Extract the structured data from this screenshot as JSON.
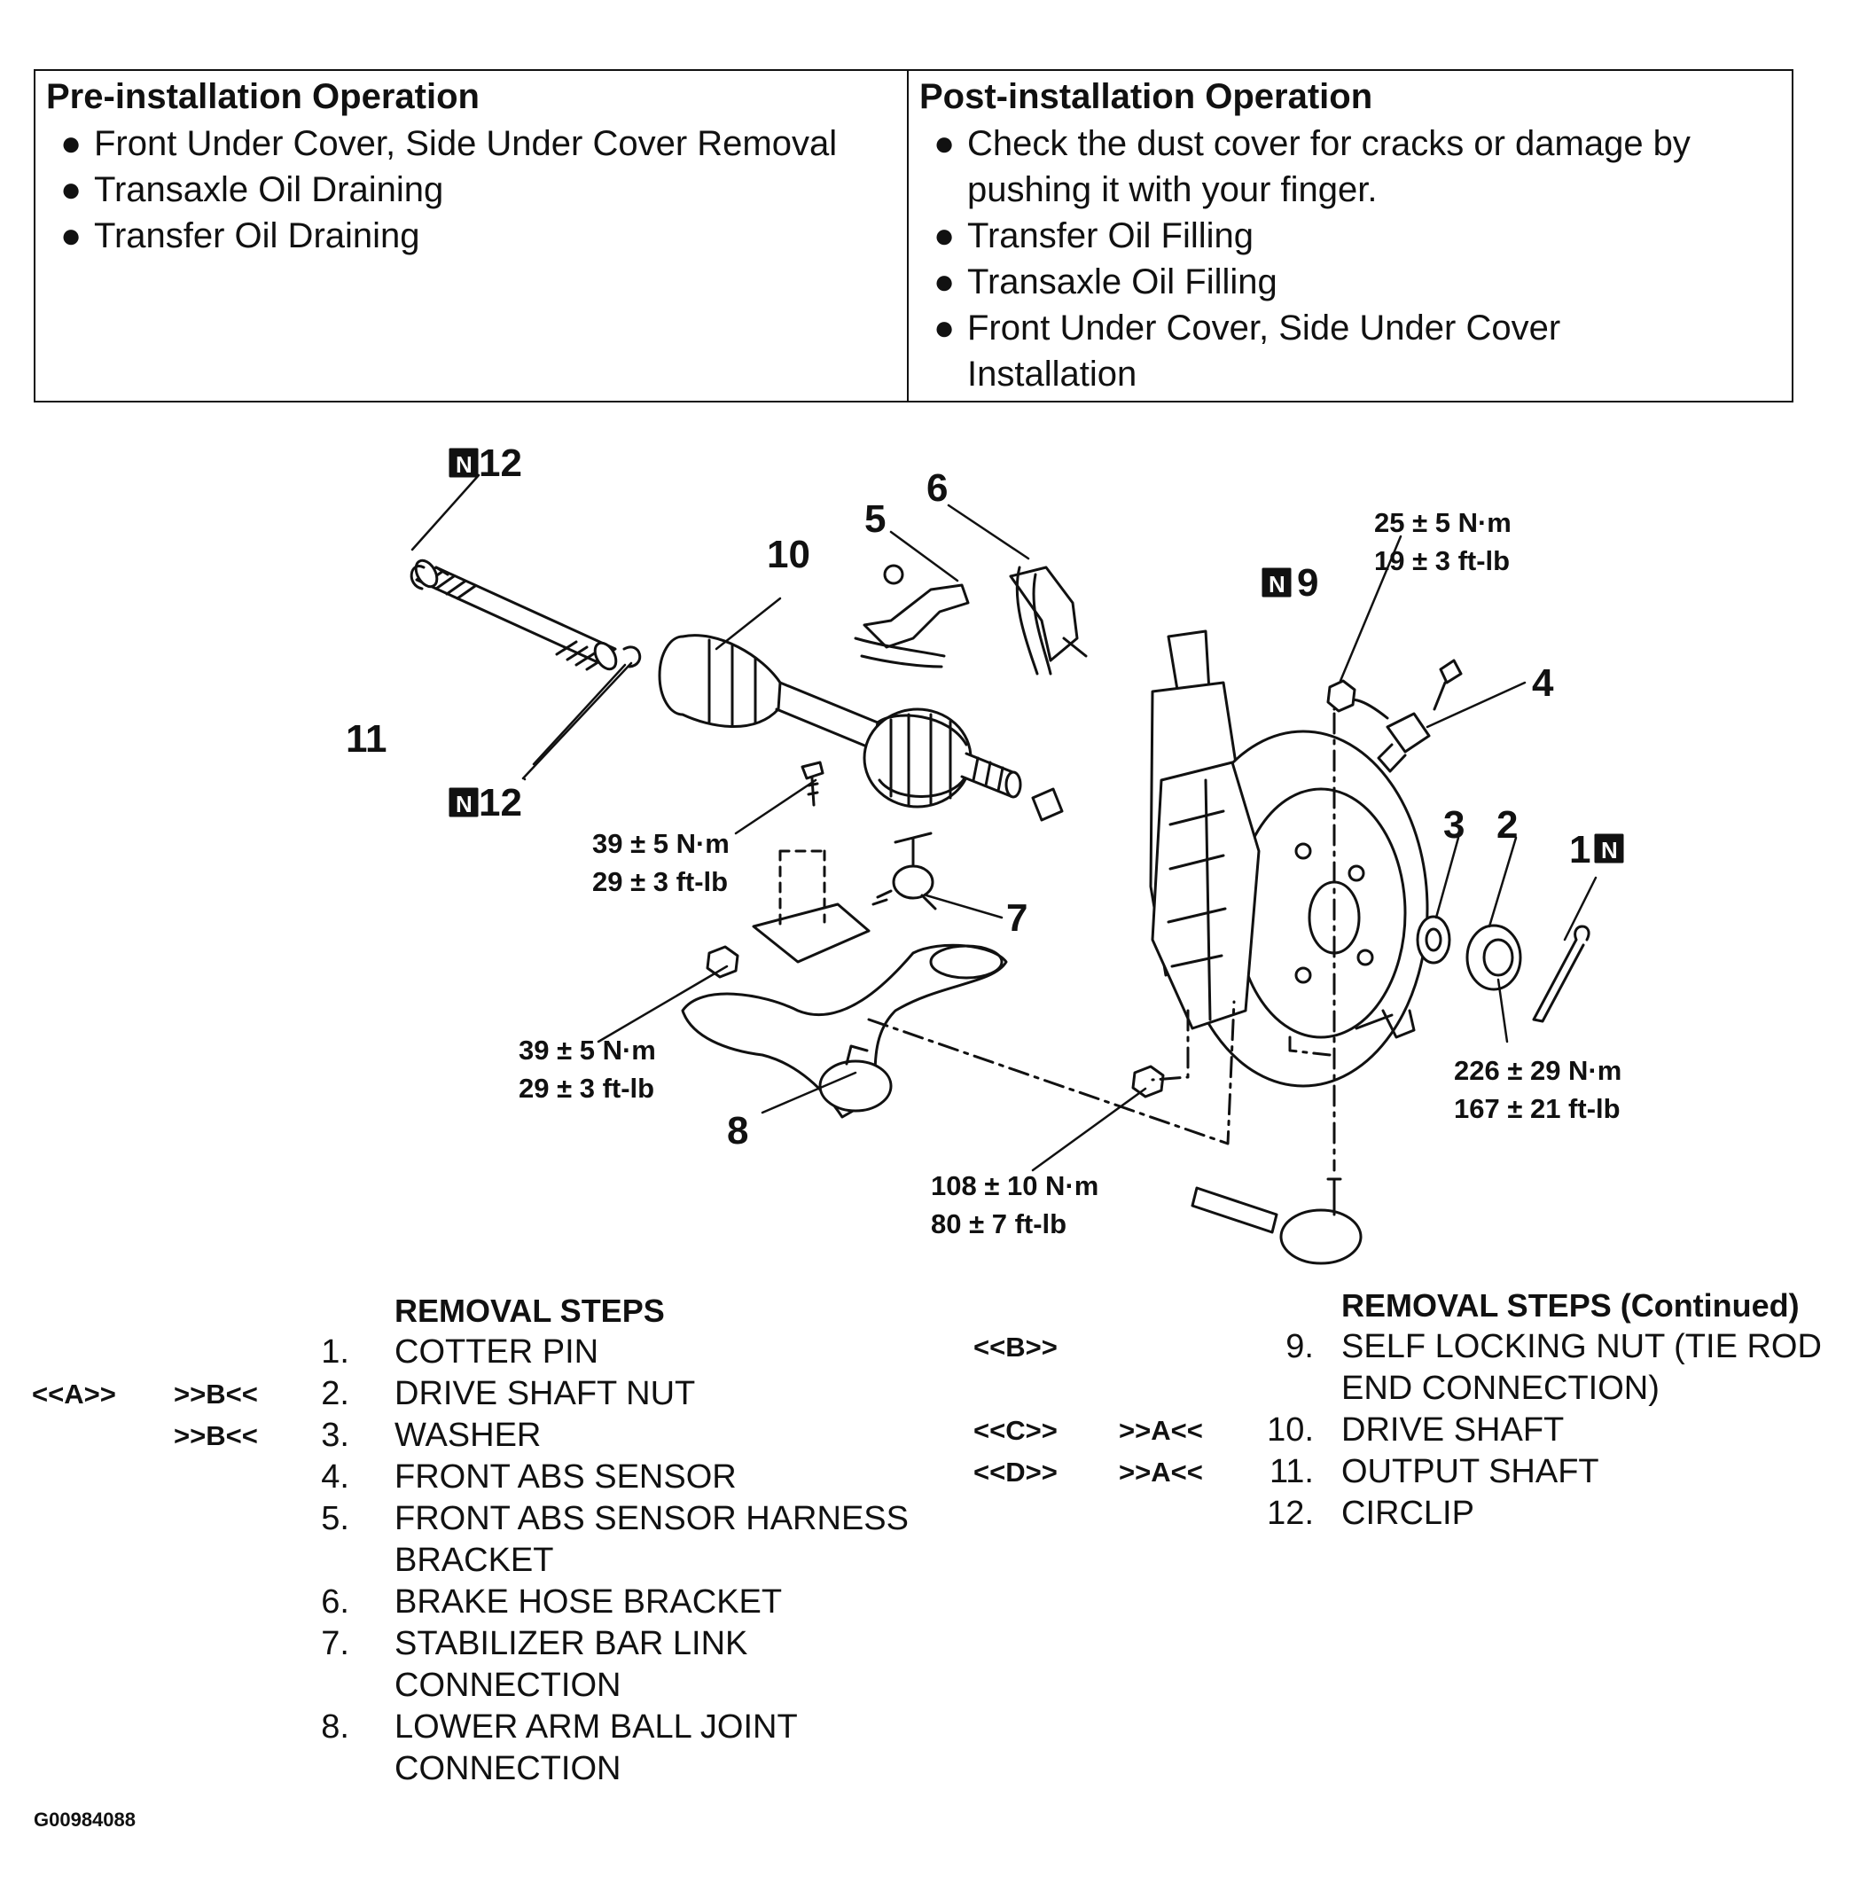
{
  "pre_installation": {
    "heading": "Pre-installation Operation",
    "items": [
      "Front Under Cover, Side Under Cover Removal",
      "Transaxle Oil Draining",
      "Transfer Oil Draining"
    ]
  },
  "post_installation": {
    "heading": "Post-installation Operation",
    "items": [
      "Check the dust cover for cracks or damage by",
      "pushing it with your finger.",
      "Transfer Oil Filling",
      "Transaxle Oil Filling",
      "Front Under Cover, Side Under Cover",
      "Installation"
    ]
  },
  "diagram": {
    "new_part_mark": "N",
    "callouts": {
      "c1": "1",
      "c2": "2",
      "c3": "3",
      "c4": "4",
      "c5": "5",
      "c6": "6",
      "c7": "7",
      "c8": "8",
      "c9": "9",
      "c10": "10",
      "c11": "11",
      "c12_top": "12",
      "c12_bottom": "12"
    },
    "torques": {
      "t_hub_nut": [
        "226 ± 29 N·m",
        "167 ± 21 ft-lb"
      ],
      "t_n9": [
        "25 ± 5 N·m",
        "19 ± 3 ft-lb"
      ],
      "t_bracket_bolt": [
        "39 ± 5 N·m",
        "29 ± 3 ft-lb"
      ],
      "t_link_nut": [
        "39 ± 5 N·m",
        "29 ± 3 ft-lb"
      ],
      "t_balljoint_nut": [
        "108 ± 10 N·m",
        "80 ± 7 ft-lb"
      ]
    }
  },
  "removal_steps": {
    "heading": "REMOVAL STEPS",
    "heading_continued": "REMOVAL STEPS (Continued)",
    "left": [
      {
        "ref1": "",
        "ref2": "",
        "num": "1.",
        "lines": [
          "COTTER PIN"
        ]
      },
      {
        "ref1": "<<A>>",
        "ref2": ">>B<<",
        "num": "2.",
        "lines": [
          "DRIVE SHAFT NUT"
        ]
      },
      {
        "ref1": "",
        "ref2": ">>B<<",
        "num": "3.",
        "lines": [
          "WASHER"
        ]
      },
      {
        "ref1": "",
        "ref2": "",
        "num": "4.",
        "lines": [
          "FRONT ABS SENSOR"
        ]
      },
      {
        "ref1": "",
        "ref2": "",
        "num": "5.",
        "lines": [
          "FRONT ABS SENSOR HARNESS",
          "BRACKET"
        ]
      },
      {
        "ref1": "",
        "ref2": "",
        "num": "6.",
        "lines": [
          "BRAKE HOSE BRACKET"
        ]
      },
      {
        "ref1": "",
        "ref2": "",
        "num": "7.",
        "lines": [
          "STABILIZER BAR LINK",
          "CONNECTION"
        ]
      },
      {
        "ref1": "",
        "ref2": "",
        "num": "8.",
        "lines": [
          "LOWER ARM BALL JOINT",
          "CONNECTION"
        ]
      }
    ],
    "right": [
      {
        "ref1": "<<B>>",
        "ref2": "",
        "num": "9.",
        "lines": [
          "SELF LOCKING NUT (TIE ROD",
          "END CONNECTION)"
        ]
      },
      {
        "ref1": "<<C>>",
        "ref2": ">>A<<",
        "num": "10.",
        "lines": [
          "DRIVE SHAFT"
        ]
      },
      {
        "ref1": "<<D>>",
        "ref2": ">>A<<",
        "num": "11.",
        "lines": [
          "OUTPUT SHAFT"
        ]
      },
      {
        "ref1": "",
        "ref2": "",
        "num": "12.",
        "lines": [
          "CIRCLIP"
        ]
      }
    ]
  },
  "figure_id": "G00984088"
}
